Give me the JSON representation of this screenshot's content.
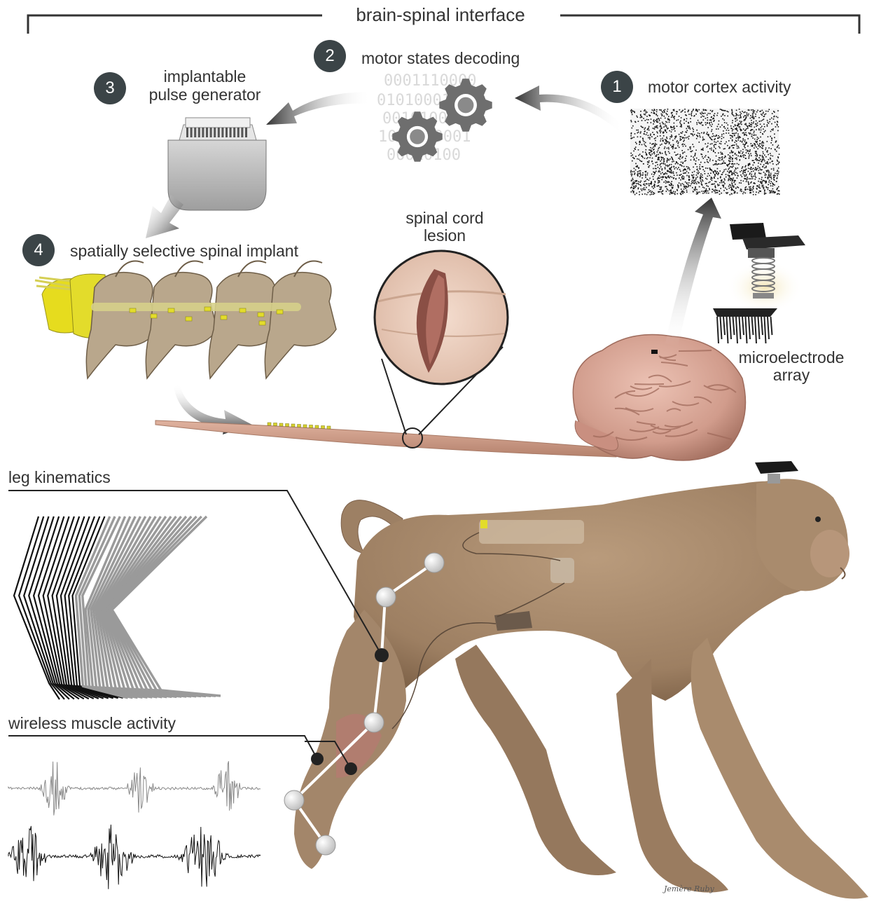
{
  "title": "brain-spinal interface",
  "steps": [
    {
      "number": "1",
      "label": "motor cortex activity"
    },
    {
      "number": "2",
      "label": "motor states decoding"
    },
    {
      "number": "3",
      "label_line1": "implantable",
      "label_line2": "pulse generator"
    },
    {
      "number": "4",
      "label": "spatially selective spinal implant"
    }
  ],
  "lesion_label": {
    "line1": "spinal cord",
    "line2": "lesion"
  },
  "array_label": {
    "line1": "microelectrode",
    "line2": "array"
  },
  "binary_text": [
    "0001110000",
    "010100010",
    "001010001",
    "1010100001",
    "00010100"
  ],
  "leg_kinematics_label": "leg kinematics",
  "emg_label": "wireless muscle activity",
  "signature": "Jemère Ruby",
  "colors": {
    "badge": "#3b4447",
    "text": "#333333",
    "fur": "#a88a6c",
    "brain": "#d8a79a",
    "bone": "#b9a78c",
    "implant_yellow": "#e3dc2b",
    "stick_dark": "#111111",
    "stick_light": "#9a9a9a"
  }
}
